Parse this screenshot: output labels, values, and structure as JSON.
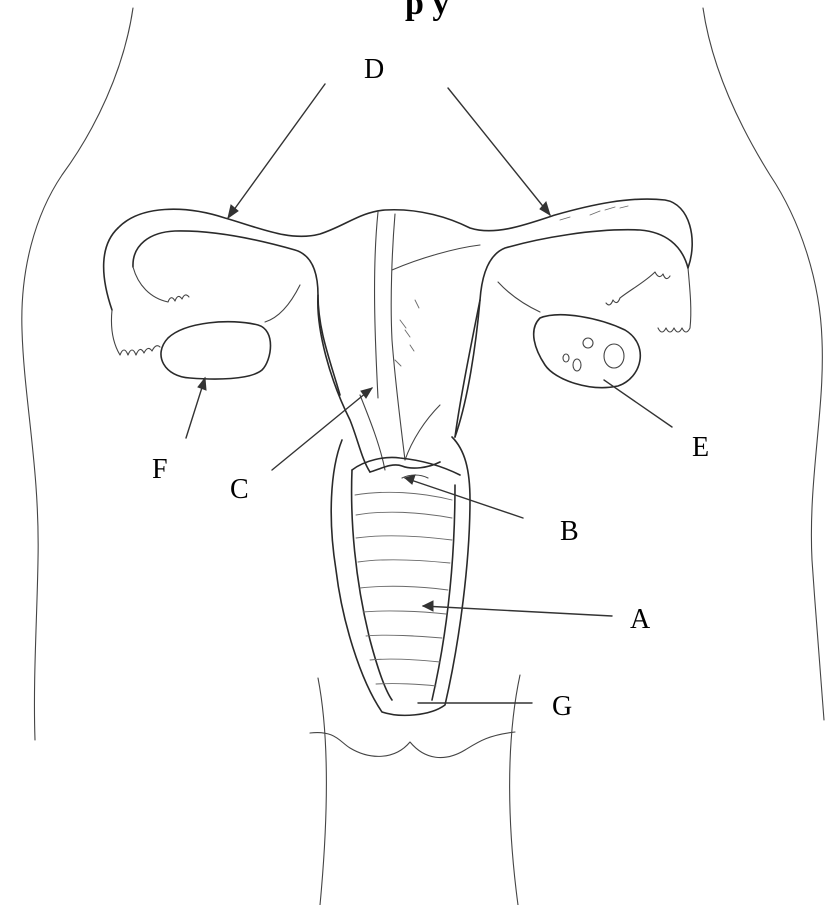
{
  "title_fragment": "p          y",
  "labels": {
    "A": "A",
    "B": "B",
    "C": "C",
    "D": "D",
    "E": "E",
    "F": "F",
    "G": "G"
  }
}
